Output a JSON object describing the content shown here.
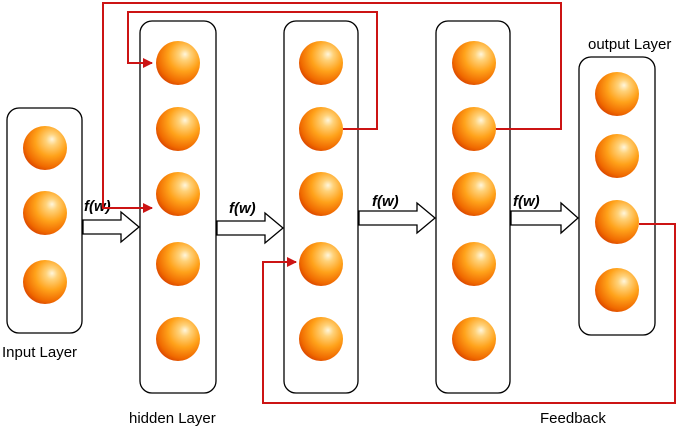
{
  "labels": {
    "input_layer": "Input Layer",
    "hidden_layer": "hidden Layer",
    "output_layer": "output Layer",
    "feedback": "Feedback",
    "activation": "f(w)"
  },
  "colors": {
    "feedback_line": "#cc1414",
    "neuron_highlight": "#fff6dc",
    "neuron_mid": "#ffa21a",
    "neuron_edge": "#d43d00",
    "box_stroke": "#000000"
  },
  "layers": [
    {
      "name": "input",
      "neurons": 3
    },
    {
      "name": "hidden-1",
      "neurons": 5
    },
    {
      "name": "hidden-2",
      "neurons": 5
    },
    {
      "name": "hidden-3",
      "neurons": 5
    },
    {
      "name": "output",
      "neurons": 4
    }
  ]
}
